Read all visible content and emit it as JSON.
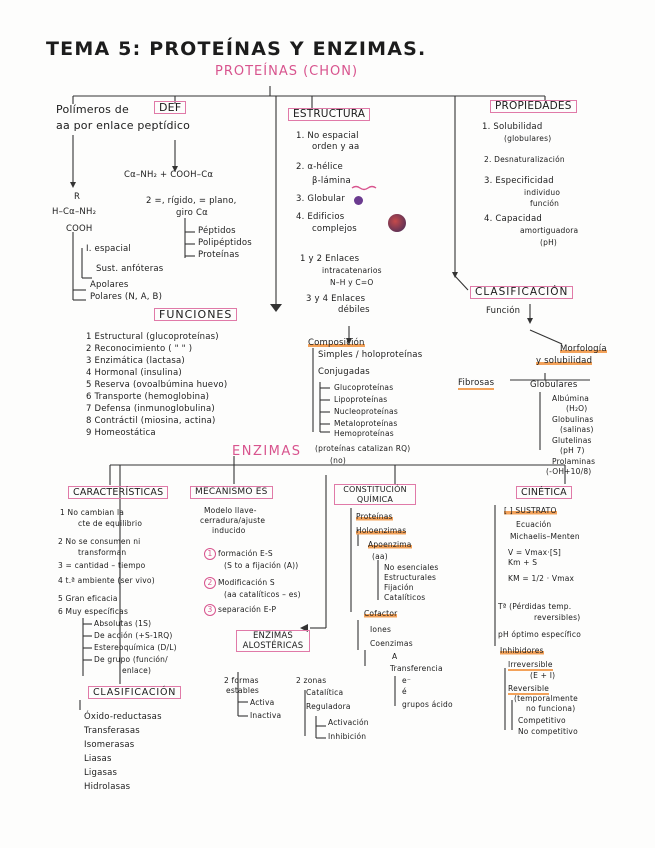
{
  "title": "TEMA 5: PROTEÍNAS Y ENZIMAS.",
  "proteinas": {
    "header": "PROTEÍNAS (CHON)",
    "def": {
      "box": "DEF",
      "text1": "Polímeros de",
      "text2": "aa por enlace peptídico",
      "r": "R",
      "hca": "H–Cα–NH₂",
      "cooh": "COOH",
      "reaction": "Cα–NH₂ + COOH–Cα",
      "eq": "2 =, rígido, = plano,",
      "giro": "giro Cα",
      "levels": [
        "Péptidos",
        "Polipéptidos",
        "Proteínas"
      ],
      "sides": [
        "I. espacial",
        "Sust. anfóteras"
      ],
      "polars": [
        "Apolares",
        "Polares (N, A, B)"
      ]
    },
    "estructura": {
      "box": "ESTRUCTURA",
      "items": [
        "1. No espacial",
        "orden y aa",
        "2. α-hélice",
        "β-lámina",
        "3. Globular",
        "4. Edificios",
        "complejos"
      ],
      "enlaces1": [
        "1 y 2 Enlaces",
        "intracatenarios",
        "N–H y C=O"
      ],
      "enlaces2": [
        "3 y 4 Enlaces",
        "débiles"
      ]
    },
    "propiedades": {
      "box": "PROPIEDADES",
      "items": [
        "1. Solubilidad",
        "(globulares)",
        "2. Desnaturalización",
        "3. Especificidad",
        "individuo",
        "función",
        "4. Capacidad",
        "amortiguadora",
        "(pH)"
      ]
    },
    "funciones": {
      "box": "FUNCIONES",
      "items": [
        "1 Estructural (glucoproteínas)",
        "2 Reconocimiento ( \" \" )",
        "3 Enzimática (lactasa)",
        "4 Hormonal (insulina)",
        "5 Reserva (ovoalbúmina huevo)",
        "6 Transporte (hemoglobina)",
        "7 Defensa (inmunoglobulina)",
        "8 Contráctil (miosina, actina)",
        "9 Homeostática"
      ]
    },
    "composicion": {
      "head": "Composición",
      "simples": "Simples / holoproteínas",
      "conjugadas": "Conjugadas",
      "items": [
        "Glucoproteínas",
        "Lipoproteínas",
        "Nucleoproteínas",
        "Metaloproteínas",
        "Hemoproteínas"
      ]
    },
    "clasificacion": {
      "box": "CLASIFICACIÓN",
      "funcion": "Función",
      "morfologia": "Morfología",
      "solubilidad": "y solubilidad",
      "fibrosas": "Fibrosas",
      "globulares": "Globulares",
      "glob_items": [
        "Albúmina",
        "(H₂O)",
        "Globulinas",
        "(salinas)",
        "Glutelinas",
        "(pH 7)",
        "Prolaminas",
        "(-OH+10/8)"
      ]
    }
  },
  "enzimas": {
    "header": "ENZIMAS",
    "note1": "(proteínas catalizan RQ)",
    "note2": "(no)",
    "caracteristicas": {
      "box": "CARACTERÍSTICAS",
      "items": [
        "1 No cambian la",
        "cte de equilibrio",
        "2 No se consumen ni",
        "transforman",
        "3 = cantidad – tiempo",
        "4 t.ª ambiente (ser vivo)",
        "5 Gran eficacia",
        "6 Muy específicas"
      ],
      "spec": [
        "Absolutas (1S)",
        "De acción (+S-1RQ)",
        "Estereoquímica (D/L)",
        "De grupo (función/",
        "enlace)"
      ]
    },
    "mecanismo": {
      "box": "MECANISMO ES",
      "model": [
        "Modelo llave-",
        "cerradura/ajuste",
        "inducido"
      ],
      "steps": [
        "formación E-S",
        "(S to a fijación (A))",
        "Modificación S",
        "(aa catalíticos – es)",
        "separación E-P"
      ]
    },
    "constitucion": {
      "box": "CONSTITUCIÓN QUÍMICA",
      "proteinas": "Proteínas",
      "holoenzimas": "Holoenzimas",
      "apoenzima": "Apoenzima",
      "apo_sub": "(aa)",
      "apo_items": [
        "No esenciales",
        "Estructurales",
        "Fijación",
        "Catalíticos"
      ],
      "cofactor": "Cofactor",
      "iones": "Iones",
      "coenzimas": "Coenzimas",
      "ce_items": [
        "A",
        "Transferencia",
        "e⁻",
        "é",
        "grupos ácido"
      ]
    },
    "cinetica": {
      "box": "CINÉTICA",
      "sustrato": "[ ] SUSTRATO",
      "eq_lines": [
        "Ecuación",
        "Michaelis–Menten",
        "V = Vmax·[S]",
        "      Km + S",
        "KM = 1/2 · Vmax"
      ],
      "t": "Tª (Pérdidas temp.",
      "t2": "reversibles)",
      "ph": "pH óptimo específico",
      "inhib": "Inhibidores",
      "irrev": "Irreversible",
      "irrev2": "(E + I)",
      "rev": "Reversible",
      "rev_items": [
        "(temporalmente",
        "no funciona)",
        "Competitivo",
        "No competitivo"
      ]
    },
    "alostericas": {
      "box": "ENZIMAS ALOSTÉRICAS",
      "left": [
        "2 formas",
        "estables",
        "Activa",
        "Inactiva"
      ],
      "right": [
        "2 zonas",
        "Catalítica",
        "Reguladora",
        "Activación",
        "Inhibición"
      ]
    },
    "clasificacion": {
      "box": "CLASIFICACIÓN",
      "items": [
        "Óxido-reductasas",
        "Transferasas",
        "Isomerasas",
        "Liasas",
        "Ligasas",
        "Hidrolasas"
      ]
    }
  },
  "colors": {
    "pink": "#d8548e",
    "orange": "#f3a25a",
    "ink": "#1c1c1c"
  }
}
